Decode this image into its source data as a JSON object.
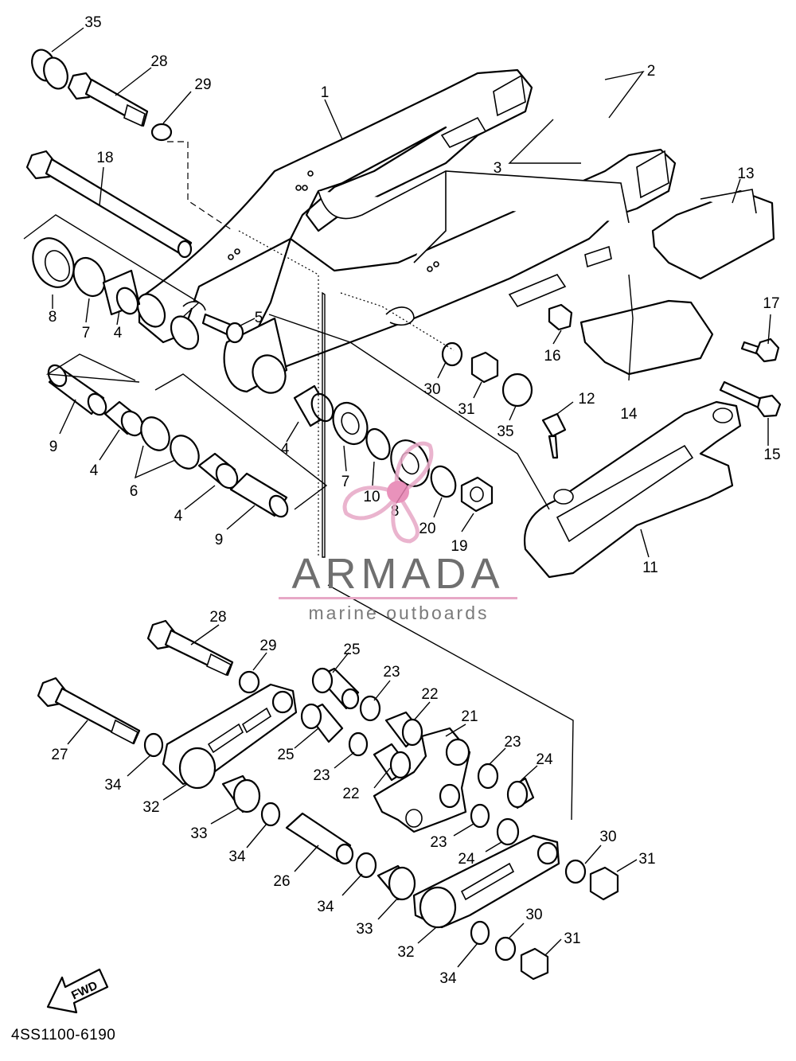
{
  "diagram": {
    "reference_code": "4SS1100-6190",
    "fwd_label": "FWD",
    "watermark": {
      "brand": "ARMADA",
      "tagline": "marine outboards",
      "accent_color": "#e7a8c6",
      "logo_icon": "propeller-logo-icon"
    },
    "callouts": {
      "c35a": "35",
      "c28a": "28",
      "c29a": "29",
      "c18": "18",
      "c1": "1",
      "c2": "2",
      "c3": "3",
      "c13": "13",
      "c8a": "8",
      "c7a": "7",
      "c4a": "4",
      "c5": "5",
      "c16": "16",
      "c17": "17",
      "c30a": "30",
      "c31a": "31",
      "c35b": "35",
      "c14": "14",
      "c12": "12",
      "c15": "15",
      "c9a": "9",
      "c4b": "4",
      "c6": "6",
      "c4c": "4",
      "c9b": "9",
      "c4d": "4",
      "c7b": "7",
      "c10": "10",
      "c8b": "8",
      "c20": "20",
      "c19": "19",
      "c11": "11",
      "c28b": "28",
      "c29b": "29",
      "c25a": "25",
      "c23a": "23",
      "c22a": "22",
      "c21": "21",
      "c27": "27",
      "c25b": "25",
      "c23b": "23",
      "c22b": "22",
      "c23c": "23",
      "c24a": "24",
      "c34a": "34",
      "c32a": "32",
      "c33a": "33",
      "c34b": "34",
      "c26": "26",
      "c23d": "23",
      "c24b": "24",
      "c30b": "30",
      "c31b": "31",
      "c34c": "34",
      "c33b": "33",
      "c32b": "32",
      "c30c": "30",
      "c31c": "31",
      "c34d": "34"
    }
  }
}
